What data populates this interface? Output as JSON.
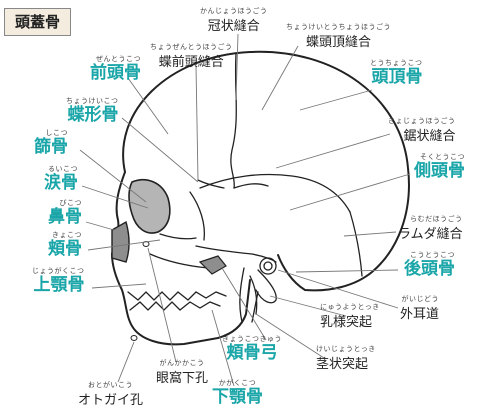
{
  "title": "頭蓋骨",
  "colors": {
    "accent": "#1aa6a8",
    "text": "#222222",
    "bone_shade": "#b5b5b5",
    "line": "#777777"
  },
  "labels": {
    "kanjo": {
      "reading": "かんじょうほうごう",
      "name": "冠状縫合"
    },
    "chokei_tocho": {
      "reading": "ちょうけいとうちょうほうごう",
      "name": "蝶頭頂縫合"
    },
    "chozento": {
      "reading": "ちょうぜんとうほうごう",
      "name": "蝶前頭縫合"
    },
    "zentokotsu": {
      "reading": "ぜんとうこつ",
      "name": "前頭骨"
    },
    "tochokotsu": {
      "reading": "とうちょうこつ",
      "name": "頭頂骨"
    },
    "chokeikotsu": {
      "reading": "ちょうけいこつ",
      "name": "蝶形骨"
    },
    "kyojo": {
      "reading": "きょじょうほうごう",
      "name": "鋸状縫合"
    },
    "shikotsu": {
      "reading": "しこつ",
      "name": "篩骨"
    },
    "sokutokotsu": {
      "reading": "そくとうこつ",
      "name": "側頭骨"
    },
    "ruikotsu": {
      "reading": "るいこつ",
      "name": "涙骨"
    },
    "bikotsu": {
      "reading": "びこつ",
      "name": "鼻骨"
    },
    "ramuda": {
      "reading": "らむだほうごう",
      "name": "ラムダ縫合"
    },
    "kyokotsu": {
      "reading": "きょこつ",
      "name": "頬骨"
    },
    "kotokotsu": {
      "reading": "こうとうこつ",
      "name": "後頭骨"
    },
    "jogakukotsu": {
      "reading": "じょうがくこつ",
      "name": "上顎骨"
    },
    "gaijido": {
      "reading": "がいじどう",
      "name": "外耳道"
    },
    "nyuyo": {
      "reading": "にゅうようとっき",
      "name": "乳様突起"
    },
    "kyokotsukyu": {
      "reading": "きょうこつきゅう",
      "name": "頬骨弓"
    },
    "ganka": {
      "reading": "がんかかこう",
      "name": "眼窩下孔"
    },
    "keijo": {
      "reading": "けいじょうとっき",
      "name": "茎状突起"
    },
    "kagakukotsu": {
      "reading": "かがくこつ",
      "name": "下顎骨"
    },
    "otogai": {
      "reading": "おとがいこう",
      "name": "オトガイ孔"
    }
  }
}
